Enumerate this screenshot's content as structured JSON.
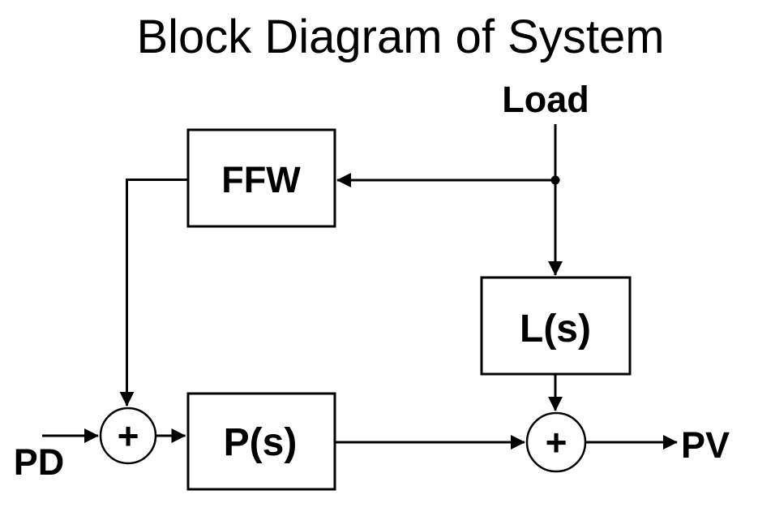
{
  "diagram": {
    "title": "Block Diagram of System",
    "signals": {
      "load": "Load",
      "pd": "PD",
      "pv": "PV"
    },
    "blocks": {
      "ffw": {
        "label": "FFW"
      },
      "ls": {
        "label": "L(s)"
      },
      "ps": {
        "label": "P(s)"
      }
    },
    "summing": {
      "left_operator": "+",
      "right_operator": "+"
    },
    "colors": {
      "line": "#000000",
      "text": "#000000",
      "background": "#ffffff"
    }
  }
}
